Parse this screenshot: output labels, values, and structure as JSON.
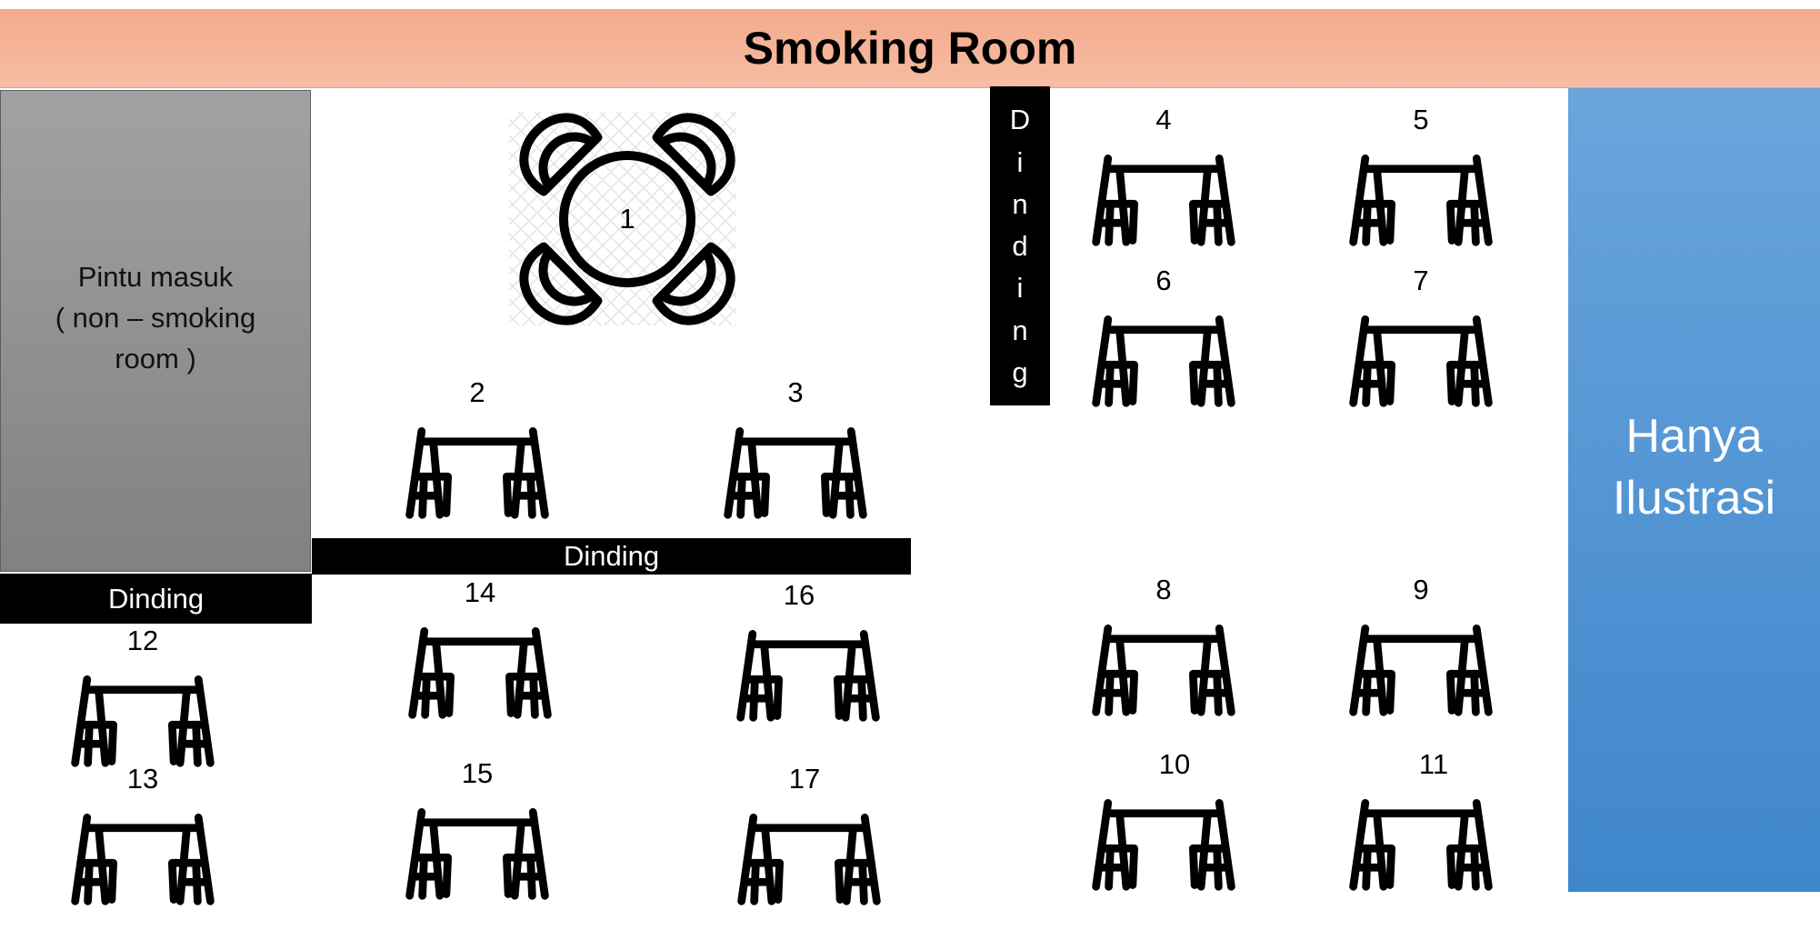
{
  "header": {
    "title": "Smoking Room"
  },
  "entrance": {
    "lines": [
      "Pintu masuk",
      "( non – smoking",
      "room )"
    ]
  },
  "walls": {
    "left": "Dinding",
    "middle": "Dinding",
    "vertical": "Dinding"
  },
  "illustration": {
    "lines": [
      "Hanya",
      "Ilustrasi"
    ]
  },
  "round_table": {
    "number": "1",
    "icon": "round-table-with-four-chairs"
  },
  "tables": [
    {
      "number": "2",
      "icon": "table-with-two-chairs"
    },
    {
      "number": "3",
      "icon": "table-with-two-chairs"
    },
    {
      "number": "4",
      "icon": "table-with-two-chairs"
    },
    {
      "number": "5",
      "icon": "table-with-two-chairs"
    },
    {
      "number": "6",
      "icon": "table-with-two-chairs"
    },
    {
      "number": "7",
      "icon": "table-with-two-chairs"
    },
    {
      "number": "8",
      "icon": "table-with-two-chairs"
    },
    {
      "number": "9",
      "icon": "table-with-two-chairs"
    },
    {
      "number": "10",
      "icon": "table-with-two-chairs"
    },
    {
      "number": "11",
      "icon": "table-with-two-chairs"
    },
    {
      "number": "12",
      "icon": "table-with-two-chairs"
    },
    {
      "number": "13",
      "icon": "table-with-two-chairs"
    },
    {
      "number": "14",
      "icon": "table-with-two-chairs"
    },
    {
      "number": "15",
      "icon": "table-with-two-chairs"
    },
    {
      "number": "16",
      "icon": "table-with-two-chairs"
    },
    {
      "number": "17",
      "icon": "table-with-two-chairs"
    }
  ],
  "colors": {
    "header": "#f5b194",
    "entrance": "#929292",
    "wall": "#000000",
    "illustration": "#5596d4"
  }
}
